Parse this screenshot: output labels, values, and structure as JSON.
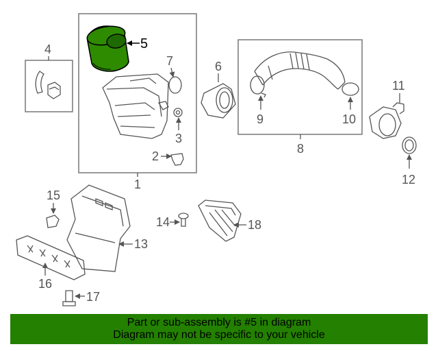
{
  "colors": {
    "highlight_part": "#2e8b00",
    "footer_bg": "#238000",
    "line": "#555555"
  },
  "callouts": {
    "c1": "1",
    "c2": "2",
    "c3": "3",
    "c4": "4",
    "c5": "5",
    "c6": "6",
    "c7": "7",
    "c8": "8",
    "c9": "9",
    "c10": "10",
    "c11": "11",
    "c12": "12",
    "c13": "13",
    "c14": "14",
    "c15": "15",
    "c16": "16",
    "c17": "17",
    "c18": "18"
  },
  "footer": {
    "line1": "Part or sub-assembly is #5 in diagram",
    "line2": "Diagram may not be specific to your vehicle"
  }
}
